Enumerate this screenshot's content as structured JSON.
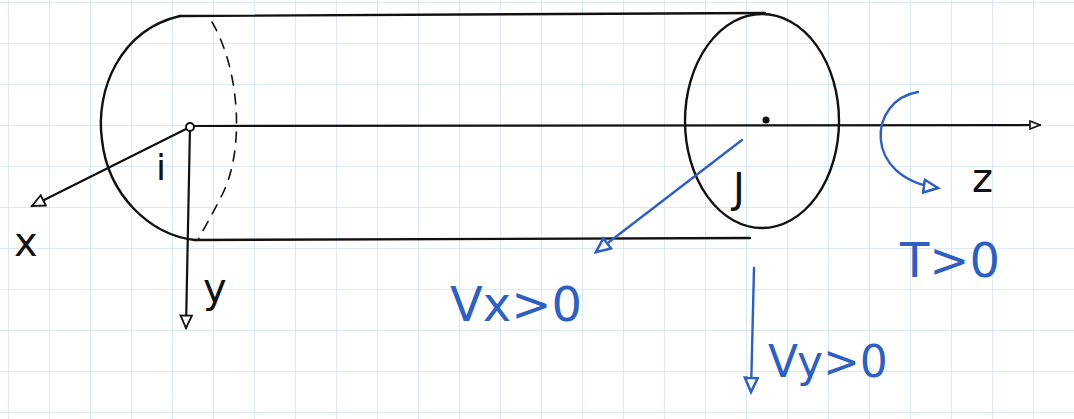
{
  "diagram": {
    "labels": [
      "x",
      "i",
      "y",
      "J",
      "z",
      "Vx>0",
      "Vy>0",
      "T>0"
    ]
  }
}
